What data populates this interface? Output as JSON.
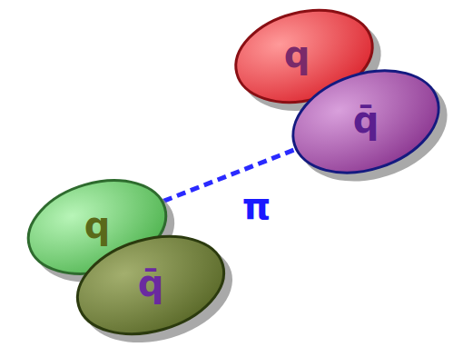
{
  "diagram": {
    "nodes": [
      {
        "text": [
          "q"
        ]
      },
      {
        "text": [
          "q̄"
        ]
      },
      {
        "text": [
          "q"
        ]
      },
      {
        "text": [
          "q̄"
        ]
      }
    ],
    "edges": [
      {
        "from": 2,
        "to": 1,
        "label": "π",
        "arrow": "none"
      }
    ]
  }
}
